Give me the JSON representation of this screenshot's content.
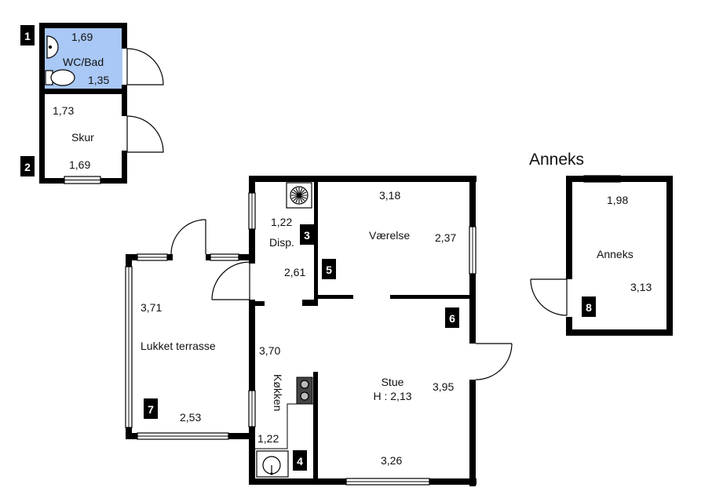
{
  "title": "Anneks",
  "rooms": {
    "wc": {
      "name": "WC/Bad",
      "width": "1,69",
      "depth": "1,35",
      "color": "#a9c8f5"
    },
    "skur": {
      "name": "Skur",
      "width": "1,73",
      "depth": "1,69"
    },
    "disp": {
      "name": "Disp.",
      "width": "1,22",
      "depth": "2,61"
    },
    "vaerelse": {
      "name": "Værelse",
      "width": "3,18",
      "depth": "2,37"
    },
    "terrasse": {
      "name": "Lukket terrasse",
      "width": "3,71",
      "depth": "2,53"
    },
    "koekken": {
      "name": "Køkken",
      "width": "3,70",
      "depth": "1,22"
    },
    "stue": {
      "name": "Stue",
      "height_label": "H : 2,13",
      "width": "3,95",
      "depth": "3,26"
    },
    "anneks": {
      "name": "Anneks",
      "width": "1,98",
      "depth": "3,13"
    }
  },
  "markers": [
    "1",
    "2",
    "3",
    "4",
    "5",
    "6",
    "7",
    "8"
  ]
}
